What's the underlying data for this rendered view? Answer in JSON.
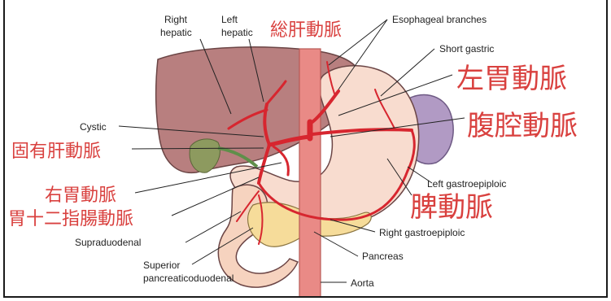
{
  "labels": {
    "right_hepatic_1": "Right",
    "right_hepatic_2": "hepatic",
    "left_hepatic_1": "Left",
    "left_hepatic_2": "hepatic",
    "esophageal": "Esophageal branches",
    "short_gastric": "Short gastric",
    "cystic": "Cystic",
    "left_gastroepiploic": "Left gastroepiploic",
    "right_gastroepiploic": "Right gastroepiploic",
    "supraduodenal": "Supraduodenal",
    "pancreas": "Pancreas",
    "superior_1": "Superior",
    "superior_2": "pancreaticoduodenal",
    "aorta": "Aorta"
  },
  "jp_labels": {
    "common_hepatic": "総肝動脈",
    "left_gastric": "左胃動脈",
    "celiac": "腹腔動脈",
    "proper_hepatic": "固有肝動脈",
    "right_gastric": "右胃動脈",
    "gastroduodenal": "胃十二指腸動脈",
    "splenic": "脾動脈"
  },
  "colors": {
    "jp_label": "#d9413f",
    "artery": "#d7262f",
    "liver": "#b87f7f",
    "stomach": "#f8dccf",
    "spleen": "#b19ac4",
    "pancreas": "#f6dc9a",
    "aorta": "#e98a86",
    "gallbladder": "#8d9a5f"
  }
}
